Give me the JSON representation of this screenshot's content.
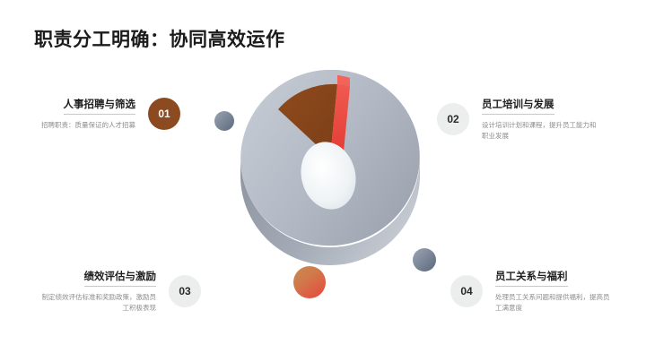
{
  "slide": {
    "title": "职责分工明确：协同高效运作",
    "background_color": "#ffffff",
    "accent_color": "#8b4a20",
    "highlight_color": "#e8453c"
  },
  "graphic": {
    "name": "isometric-3d-donut-chart",
    "base_color": "#b6bcc6",
    "body_color": "#a7aeb8",
    "wedge_top_color": "#8a4a1e",
    "wedge_side_color": "#e8453c",
    "center_hole_color": "#eef2f4"
  },
  "spheres": [
    {
      "name": "sphere-blue-1",
      "color_start": "#9aa4b4",
      "color_end": "#5d6a7d"
    },
    {
      "name": "sphere-orange",
      "color_start": "#c98a4e",
      "color_end": "#e8453c"
    },
    {
      "name": "sphere-blue-2",
      "color_start": "#9aa4b4",
      "color_end": "#5a6779"
    }
  ],
  "items": [
    {
      "number": "01",
      "heading": "人事招聘与筛选",
      "description": "招聘职责：质量保证的人才招募",
      "badge_style": "accent",
      "align": "left"
    },
    {
      "number": "02",
      "heading": "员工培训与发展",
      "description": "设计培训计划和课程，提升员工能力和职业发展",
      "badge_style": "plain",
      "align": "right"
    },
    {
      "number": "03",
      "heading": "绩效评估与激励",
      "description": "制定绩效评估标准和奖励政策，激励员工积极表现",
      "badge_style": "plain",
      "align": "left"
    },
    {
      "number": "04",
      "heading": "员工关系与福利",
      "description": "处理员工关系问题和提供福利，提高员工满意度",
      "badge_style": "plain",
      "align": "right"
    }
  ]
}
